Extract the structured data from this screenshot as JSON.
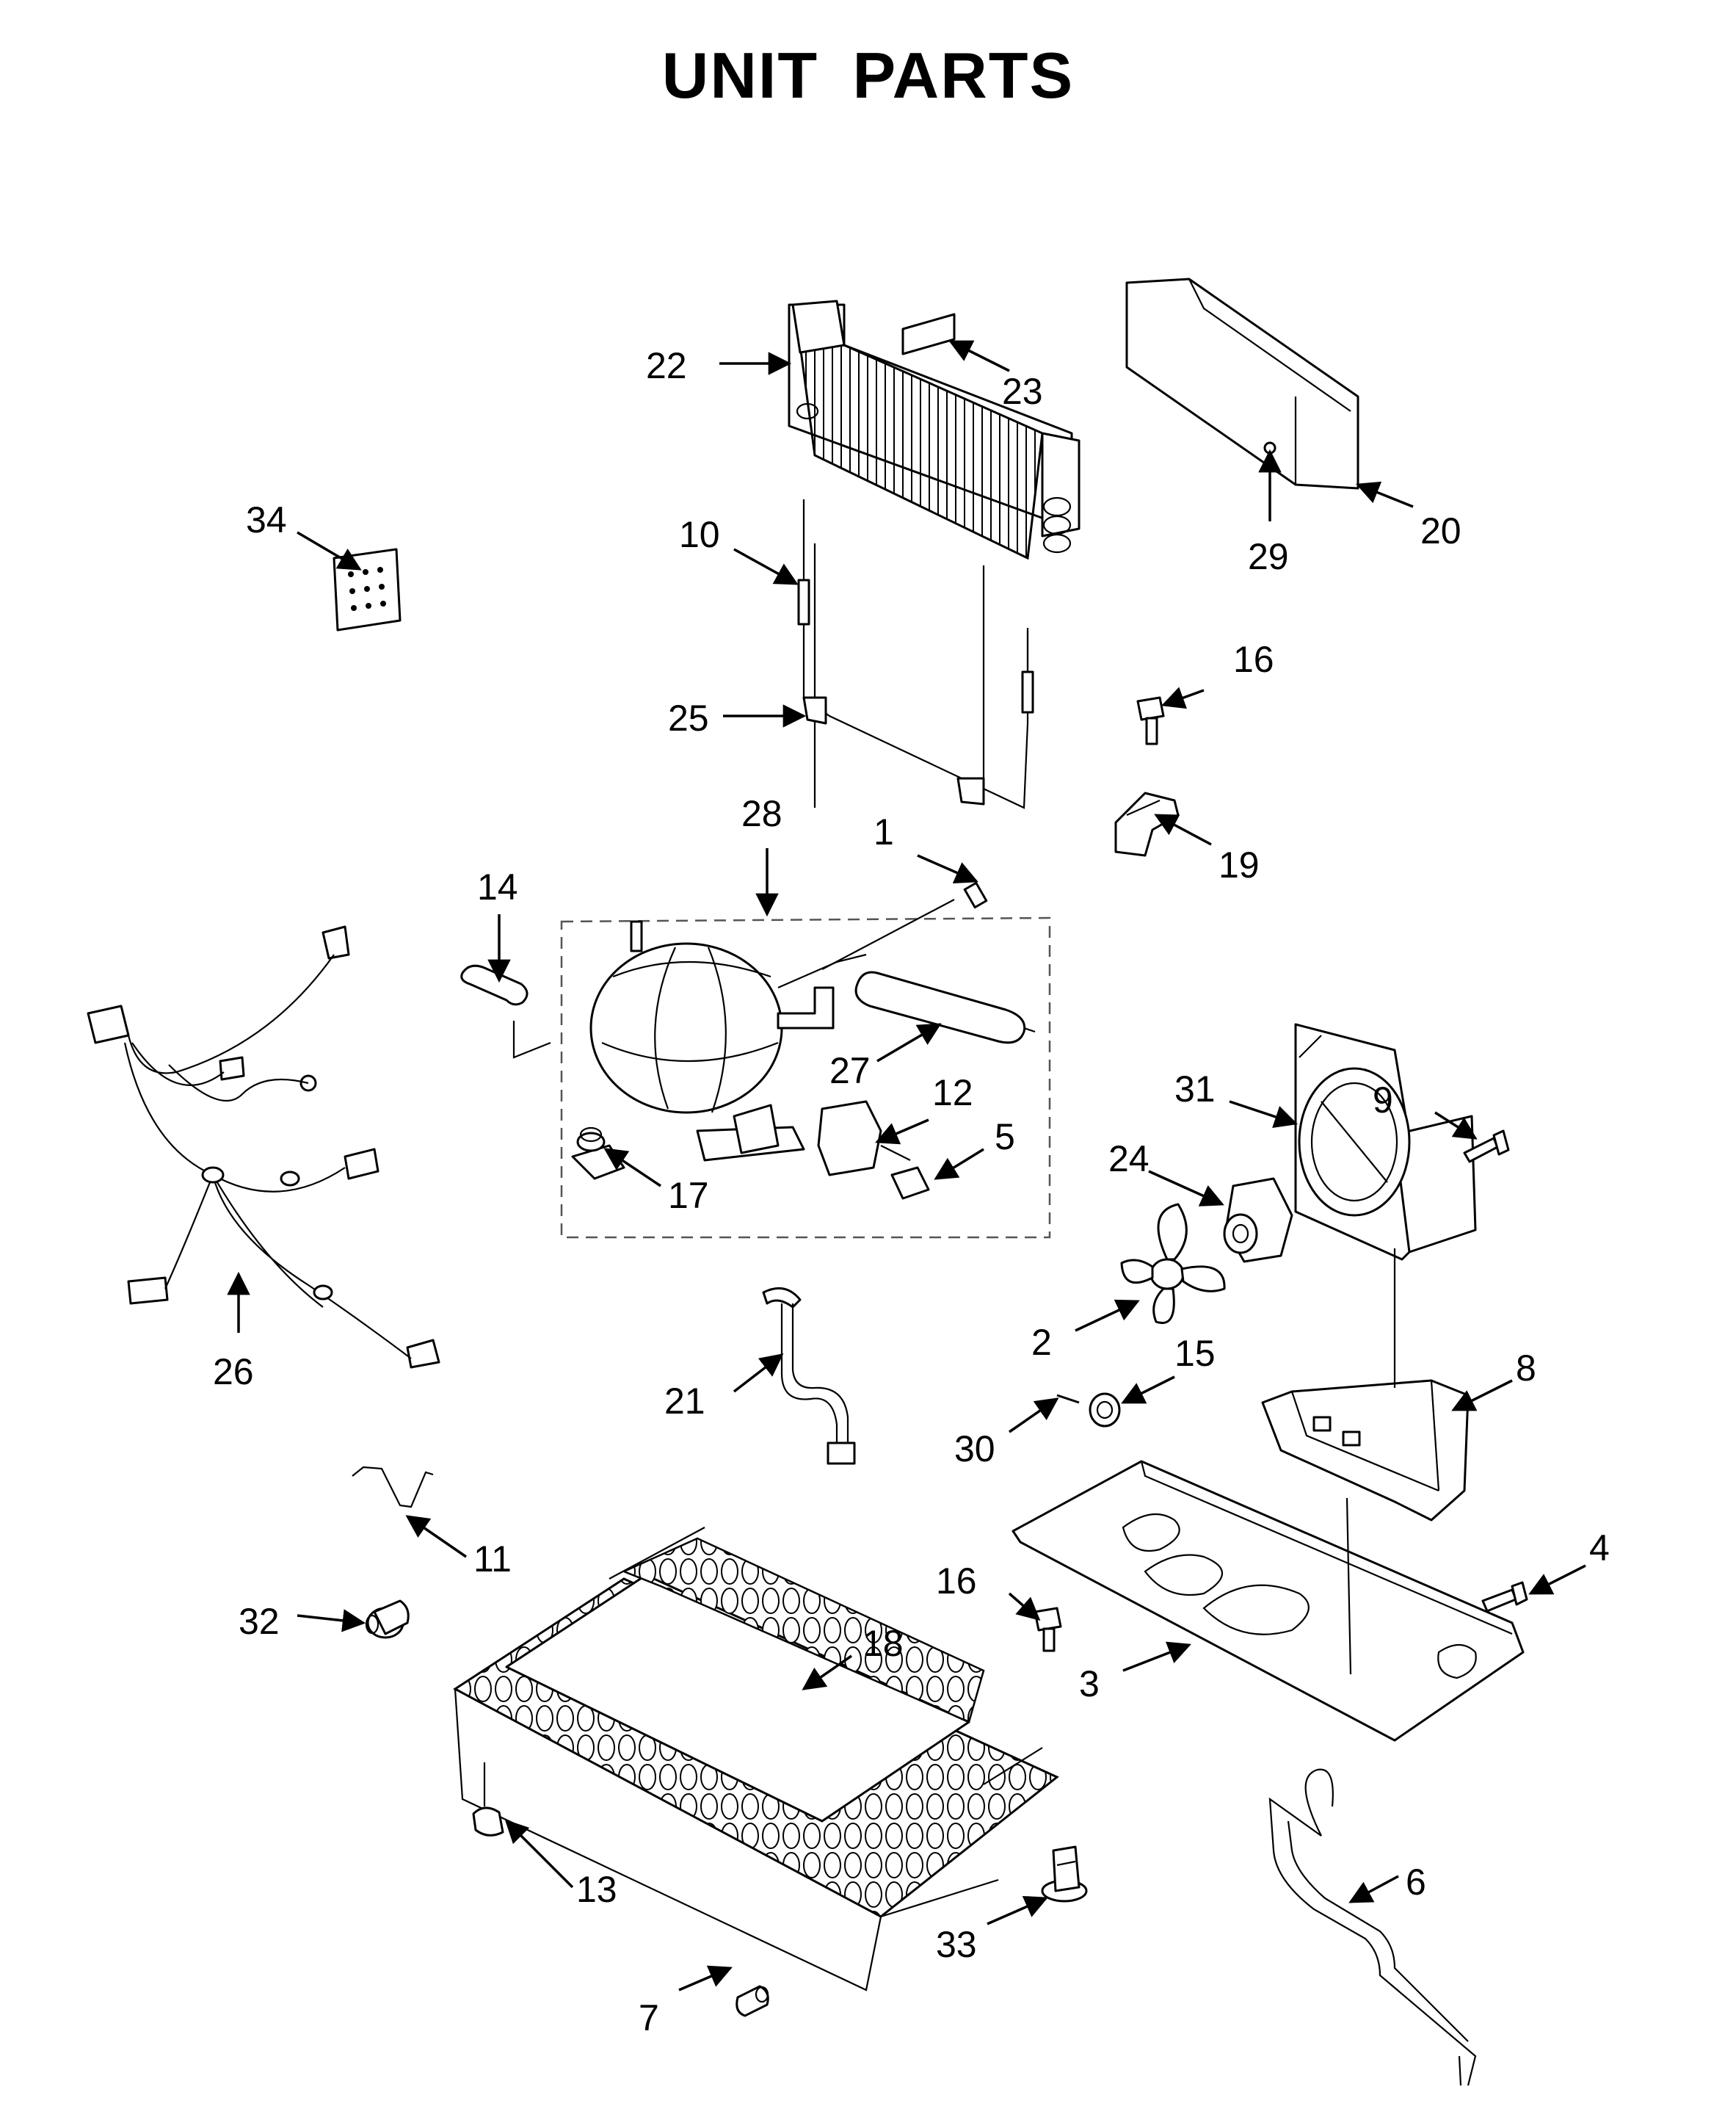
{
  "title": "UNIT PARTS",
  "callouts": [
    {
      "id": "c1",
      "label": "1"
    },
    {
      "id": "c2",
      "label": "2"
    },
    {
      "id": "c3",
      "label": "3"
    },
    {
      "id": "c4",
      "label": "4"
    },
    {
      "id": "c5",
      "label": "5"
    },
    {
      "id": "c6",
      "label": "6"
    },
    {
      "id": "c7",
      "label": "7"
    },
    {
      "id": "c8",
      "label": "8"
    },
    {
      "id": "c9",
      "label": "9"
    },
    {
      "id": "c10",
      "label": "10"
    },
    {
      "id": "c11",
      "label": "11"
    },
    {
      "id": "c12",
      "label": "12"
    },
    {
      "id": "c13",
      "label": "13"
    },
    {
      "id": "c14",
      "label": "14"
    },
    {
      "id": "c15",
      "label": "15"
    },
    {
      "id": "c16a",
      "label": "16"
    },
    {
      "id": "c16b",
      "label": "16"
    },
    {
      "id": "c17",
      "label": "17"
    },
    {
      "id": "c18",
      "label": "18"
    },
    {
      "id": "c19",
      "label": "19"
    },
    {
      "id": "c20",
      "label": "20"
    },
    {
      "id": "c21",
      "label": "21"
    },
    {
      "id": "c22",
      "label": "22"
    },
    {
      "id": "c23",
      "label": "23"
    },
    {
      "id": "c24",
      "label": "24"
    },
    {
      "id": "c25",
      "label": "25"
    },
    {
      "id": "c26",
      "label": "26"
    },
    {
      "id": "c27",
      "label": "27"
    },
    {
      "id": "c28",
      "label": "28"
    },
    {
      "id": "c29",
      "label": "29"
    },
    {
      "id": "c30",
      "label": "30"
    },
    {
      "id": "c31",
      "label": "31"
    },
    {
      "id": "c32",
      "label": "32"
    },
    {
      "id": "c33",
      "label": "33"
    },
    {
      "id": "c34",
      "label": "34"
    }
  ]
}
